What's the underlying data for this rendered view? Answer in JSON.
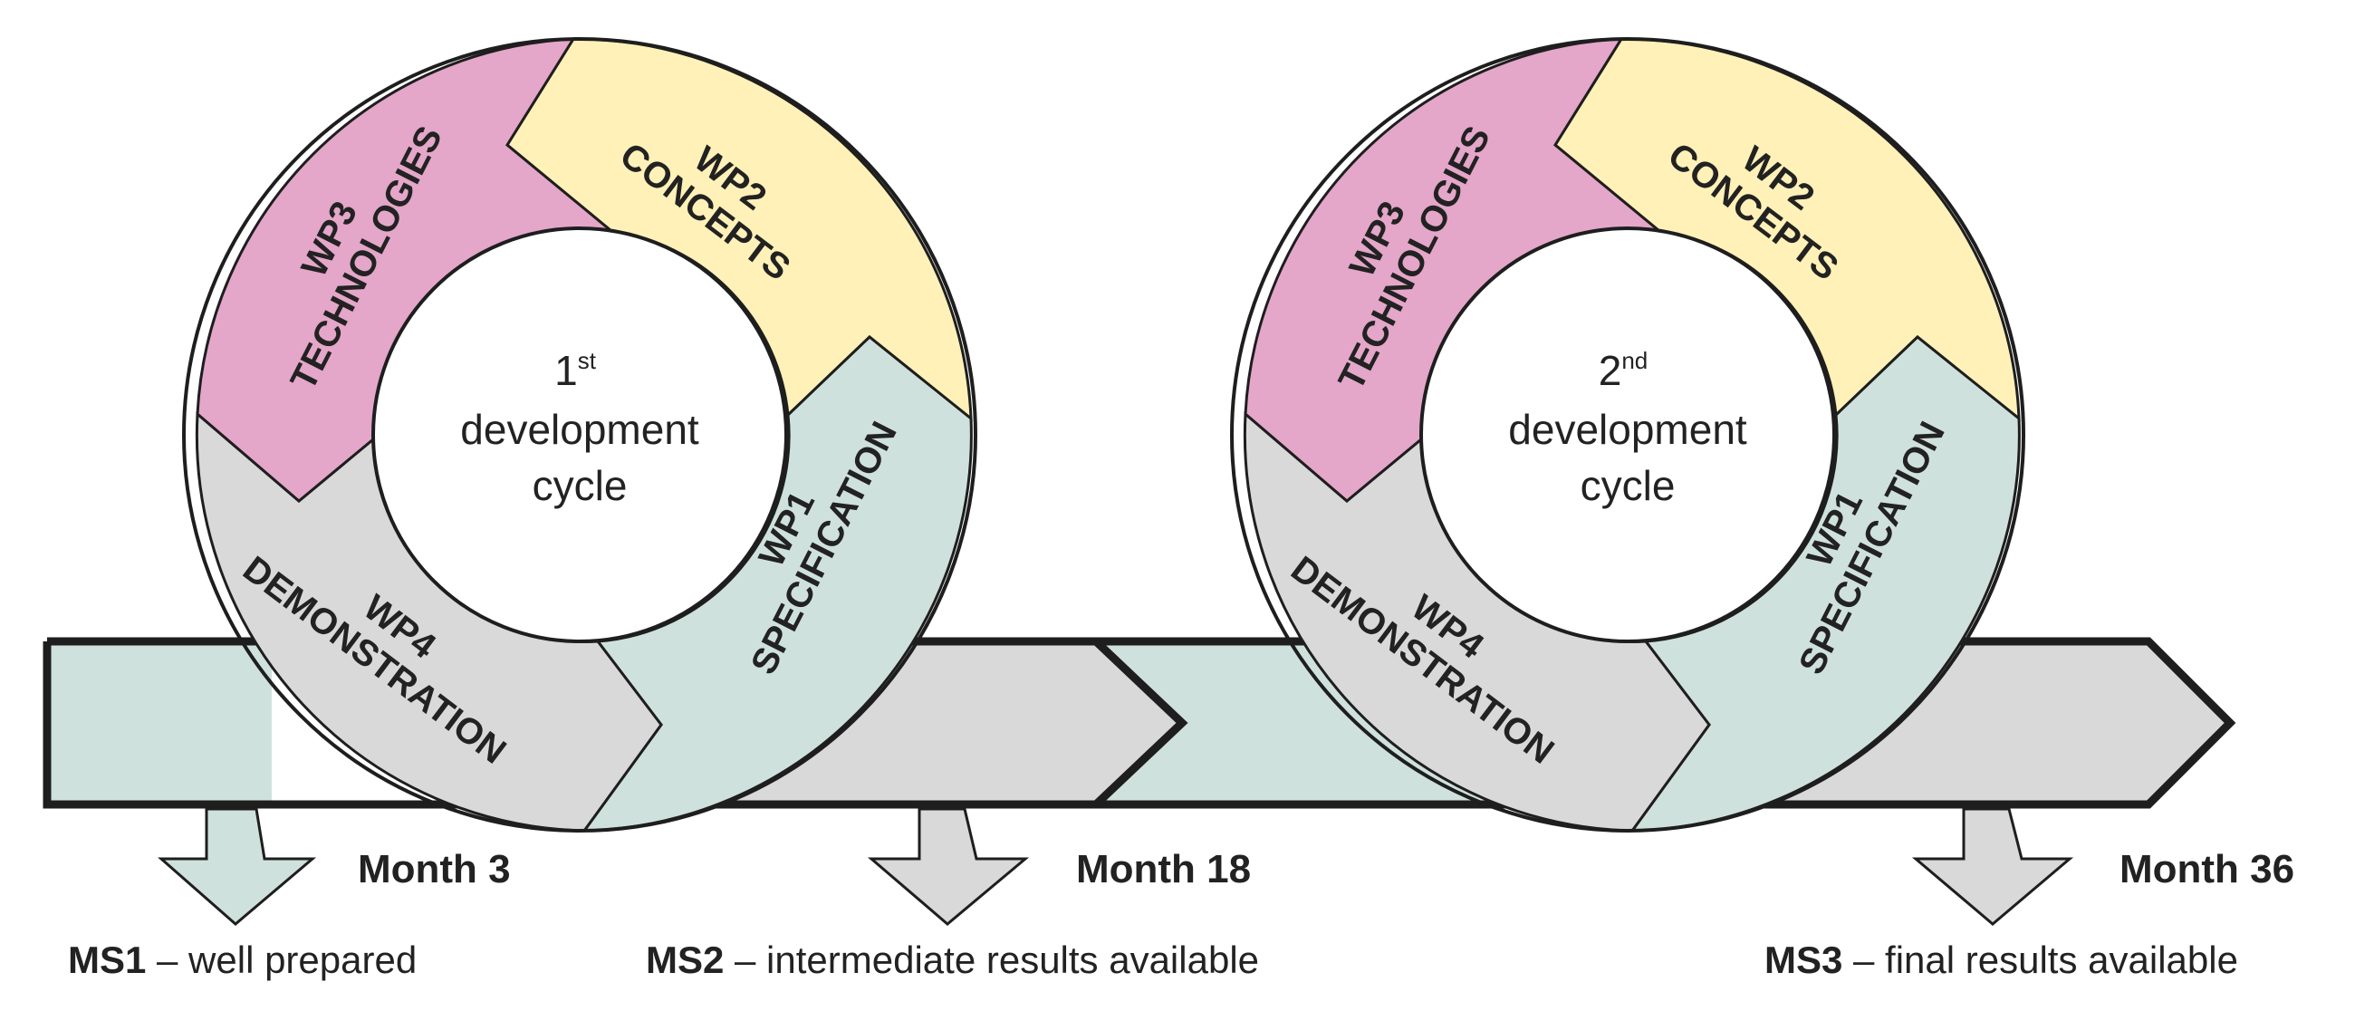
{
  "colors": {
    "specification": "#cfe1dc",
    "concepts": "#fff1b8",
    "technologies": "#e4a6c9",
    "demonstration": "#d9d9d9",
    "outline": "#1e1e1e"
  },
  "cycles": [
    {
      "ordinal_number": "1",
      "ordinal_suffix": "st",
      "line1": "development",
      "line2": "cycle",
      "segments": {
        "wp1": {
          "id": "WP1",
          "name": "SPECIFICATION"
        },
        "wp2": {
          "id": "WP2",
          "name": "CONCEPTS"
        },
        "wp3": {
          "id": "WP3",
          "name": "TECHNOLOGIES"
        },
        "wp4": {
          "id": "WP4",
          "name": "DEMONSTRATION"
        }
      }
    },
    {
      "ordinal_number": "2",
      "ordinal_suffix": "nd",
      "line1": "development",
      "line2": "cycle",
      "segments": {
        "wp1": {
          "id": "WP1",
          "name": "SPECIFICATION"
        },
        "wp2": {
          "id": "WP2",
          "name": "CONCEPTS"
        },
        "wp3": {
          "id": "WP3",
          "name": "TECHNOLOGIES"
        },
        "wp4": {
          "id": "WP4",
          "name": "DEMONSTRATION"
        }
      }
    }
  ],
  "milestones": [
    {
      "month": "Month 3",
      "id": "MS1",
      "text": " – well prepared"
    },
    {
      "month": "Month 18",
      "id": "MS2",
      "text": " – intermediate results available"
    },
    {
      "month": "Month 36",
      "id": "MS3",
      "text": " – final results available"
    }
  ]
}
